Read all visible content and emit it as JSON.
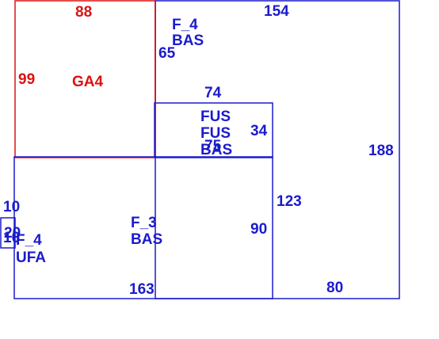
{
  "colors": {
    "blue": "#1b1bcc",
    "red": "#dd1111"
  },
  "boxes": {
    "ga4": {
      "top_label": "88",
      "left_label": "99",
      "name": "GA4"
    },
    "f4_bas": {
      "line1": "F_4",
      "line2": "BAS",
      "height_label": "65",
      "top_label": "154",
      "right_label": "188",
      "bottom_label": "80"
    },
    "fus_bas": {
      "top_label": "74",
      "line1": "FUS",
      "line2": "FUS",
      "line3": "BAS",
      "overlap_label": "75",
      "right_label": "34"
    },
    "f3_bas": {
      "line1": "F_3",
      "line2": "BAS",
      "right_label": "90",
      "bottom_label": "163",
      "side_label": "123"
    },
    "small_left": {
      "label_top": "10",
      "label_overlap": "20",
      "label_behind": "10"
    },
    "f4_ufa": {
      "line1": "F_4",
      "line2": "UFA"
    }
  }
}
